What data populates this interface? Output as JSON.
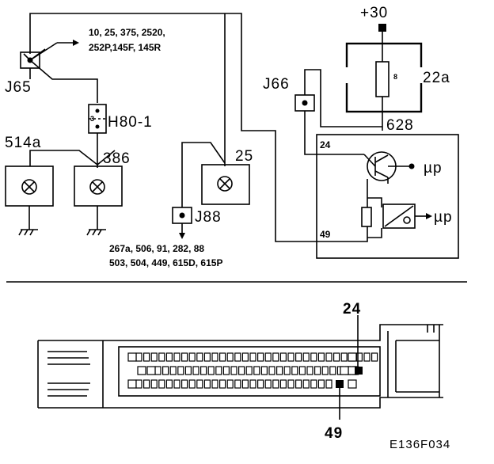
{
  "components": {
    "j65": {
      "label": "J65"
    },
    "j66": {
      "label": "J66"
    },
    "j88": {
      "label": "J88"
    },
    "h80": {
      "label": "H80-1",
      "pin": "3"
    },
    "lamp514a": {
      "label": "514a"
    },
    "lamp386": {
      "label": "386"
    },
    "lamp25": {
      "label": "25"
    },
    "relay22a": {
      "label": "22a",
      "pin": "8"
    },
    "supply": {
      "label": "+30"
    },
    "wire628": {
      "label": "628"
    },
    "ecu": {
      "pin_top": "24",
      "pin_bottom": "49",
      "out1": "µp",
      "out2": "µp"
    }
  },
  "notes": {
    "j65_refs_line1": "10, 25, 375, 2520,",
    "j65_refs_line2": "252P,145F, 145R",
    "j88_refs_line1": "267a, 506, 91, 282, 88",
    "j88_refs_line2": "503, 504, 449, 615D, 615P"
  },
  "connector": {
    "pin_a": "24",
    "pin_b": "49"
  },
  "figure_id": "E136F034"
}
